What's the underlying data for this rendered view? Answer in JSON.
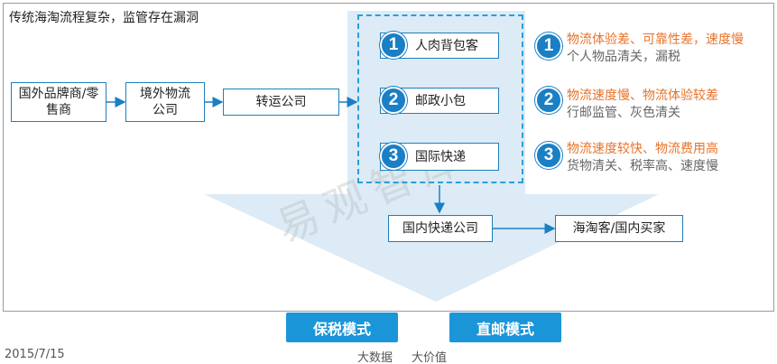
{
  "title": "传统海淘流程复杂，监管存在漏洞",
  "watermark": "易观智库",
  "flow": {
    "brand": "国外品牌商/零售商",
    "overseas_logistics": "境外物流公司",
    "transshipment": "转运公司",
    "domestic_express": "国内快递公司",
    "buyer": "海淘客/国内买家"
  },
  "channels": [
    {
      "num": "1",
      "label": "人肉背包客",
      "issue": "物流体验差、可靠性差，速度慢",
      "detail": "个人物品清关，漏税"
    },
    {
      "num": "2",
      "label": "邮政小包",
      "issue": "物流速度慢、物流体验较差",
      "detail": "行邮监管、灰色清关"
    },
    {
      "num": "3",
      "label": "国际快递",
      "issue": "物流速度较快、物流费用高",
      "detail": "货物清关、税率高、速度慢"
    }
  ],
  "modes": {
    "bonded": "保税模式",
    "direct": "直邮模式"
  },
  "footer": {
    "date": "2015/7/15",
    "tag1": "大数据",
    "tag2": "大价值"
  },
  "colors": {
    "accent": "#1a96d8",
    "arrow_bg": "#dbe9f5",
    "issue_text": "#e8732a",
    "border": "#1e7fb8"
  }
}
